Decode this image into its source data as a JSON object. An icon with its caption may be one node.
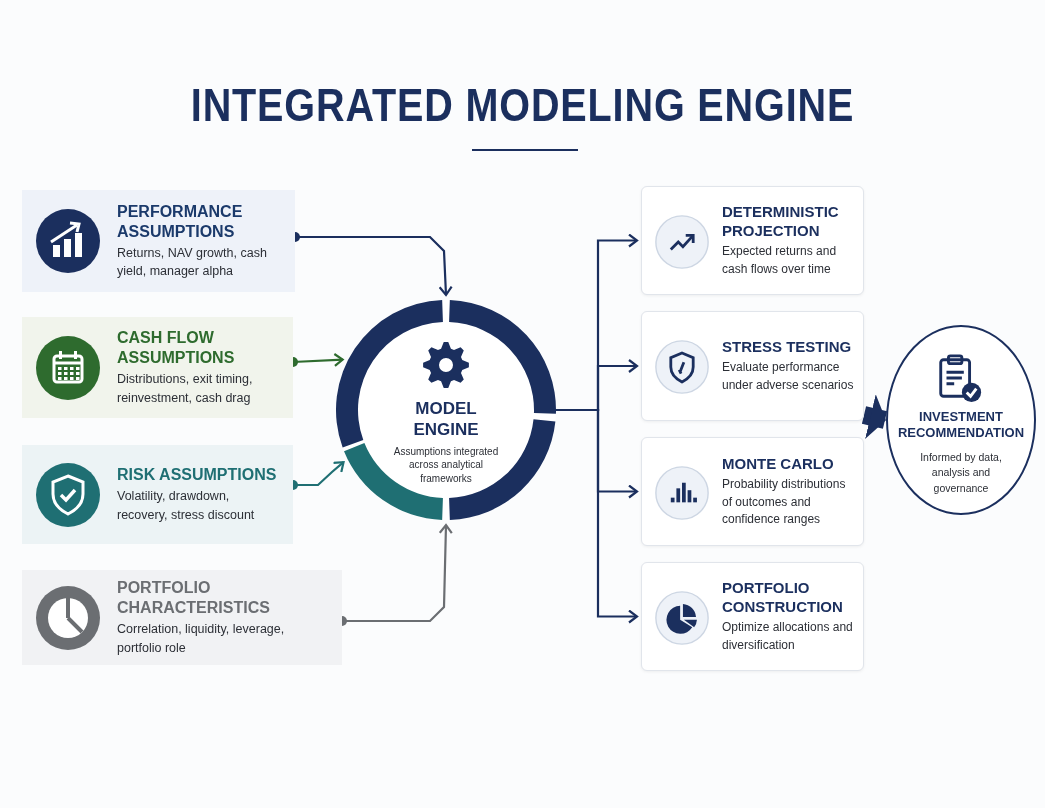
{
  "diagram": {
    "title": "INTEGRATED MODELING ENGINE",
    "nodes": [
      {
        "text": [
          "PERFORMANCE ASSUMPTIONS",
          "Returns, NAV growth, cash yield, manager alpha"
        ]
      },
      {
        "text": [
          "CASH FLOW ASSUMPTIONS",
          "Distributions, exit timing, reinvestment, cash drag"
        ]
      },
      {
        "text": [
          "RISK ASSUMPTIONS",
          "Volatility, drawdown, recovery, stress discount"
        ]
      },
      {
        "text": [
          "PORTFOLIO CHARACTERISTICS",
          "Correlation, liquidity, leverage, portfolio role"
        ]
      },
      {
        "text": [
          "MODEL ENGINE",
          "Assumptions integrated across analytical frameworks"
        ]
      },
      {
        "text": [
          "DETERMINISTIC PROJECTION",
          "Expected returns and cash flows over time"
        ]
      },
      {
        "text": [
          "STRESS TESTING",
          "Evaluate performance under adverse scenarios"
        ]
      },
      {
        "text": [
          "MONTE CARLO",
          "Probability distributions of outcomes and confidence ranges"
        ]
      },
      {
        "text": [
          "PORTFOLIO CONSTRUCTION",
          "Optimize allocations and diversification"
        ]
      },
      {
        "text": [
          "INVESTMENT RECOMMENDATION",
          "Informed by data, analysis and governance"
        ]
      }
    ],
    "edges": [
      {
        "from": 0,
        "to": 4,
        "arrow": "to"
      },
      {
        "from": 1,
        "to": 4,
        "arrow": "to",
        "color": "#2e6b2e"
      },
      {
        "from": 2,
        "to": 4,
        "arrow": "to",
        "color": "#1f6f73"
      },
      {
        "from": 3,
        "to": 4,
        "arrow": "to",
        "color": "#6b6e72"
      },
      {
        "from": 4,
        "to": 5,
        "arrow": "to"
      },
      {
        "from": 4,
        "to": 6,
        "arrow": "to"
      },
      {
        "from": 4,
        "to": 7,
        "arrow": "to"
      },
      {
        "from": 4,
        "to": 8,
        "arrow": "to"
      },
      {
        "from": 6,
        "to": 9,
        "arrow": "to",
        "style": "thick"
      }
    ]
  }
}
